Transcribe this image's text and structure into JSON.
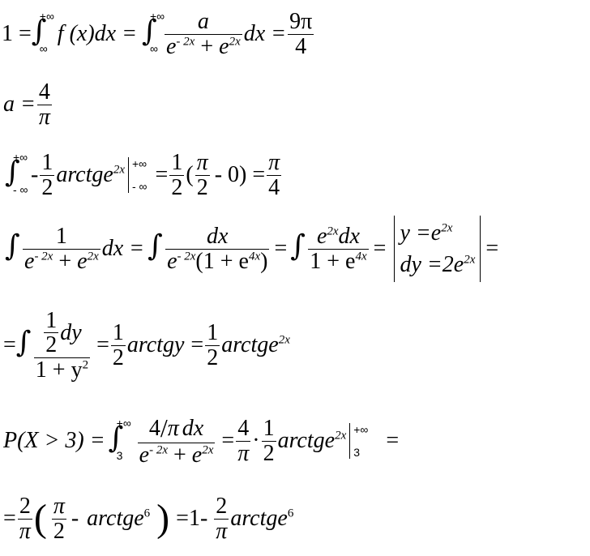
{
  "eq1": {
    "lhs": "1 =",
    "f": "f (x)dx =",
    "num": "a",
    "den_a": "e",
    "den_a_exp": "- 2x",
    "den_plus": "+",
    "den_b": "e",
    "den_b_exp": "2x",
    "dx_eq": "dx =",
    "res_num": "9π",
    "res_den": "4",
    "up": "+∞",
    "lo": "∞"
  },
  "eq2": {
    "lhs": "a =",
    "num": "4",
    "den": "π"
  },
  "eq3": {
    "minus": "-",
    "h_num": "1",
    "h_den": "2",
    "fn": "arctge",
    "fn_exp": "2x",
    "up": "+∞",
    "lo": "- ∞",
    "eq": "=",
    "h2_num": "1",
    "h2_den": "2",
    "open": "(",
    "pi_num": "π",
    "pi_den": "2",
    "rest": "- 0) =",
    "res_num": "π",
    "res_den": "4"
  },
  "eq4": {
    "n1": "1",
    "d1a": "e",
    "d1a_exp": "- 2x",
    "d1plus": "+",
    "d1b": "e",
    "d1b_exp": "2x",
    "dx_eq": "dx =",
    "n2": "dx",
    "d2a": "e",
    "d2a_exp": "- 2x",
    "d2b": "(1 + e",
    "d2b_exp": "4x",
    "d2c": ")",
    "eq2": "=",
    "n3a": "e",
    "n3a_exp": "2x",
    "n3b": "dx",
    "d3": "1 + e",
    "d3_exp": "4x",
    "eq3": "=",
    "r1": "y =e",
    "r1_exp": "2x",
    "r2": "dy =2e",
    "r2_exp": "2x",
    "eq4": "="
  },
  "eq5": {
    "lhs": "=",
    "hn": "1",
    "hd": "2",
    "dy": "dy",
    "den": "1 + y",
    "den_exp": "2",
    "eq": "=",
    "h2n": "1",
    "h2d": "2",
    "fn": "arctgy",
    "eq2": "=",
    "h3n": "1",
    "h3d": "2",
    "fn2": "arctge",
    "fn2_exp": "2x"
  },
  "eq6": {
    "lhs": "P(X > 3) =",
    "up": "+∞",
    "lo": "3",
    "n4": "4",
    "npi": "π",
    "ndx": "dx",
    "da": "e",
    "da_exp": "- 2x",
    "dplus": "+",
    "db": "e",
    "db_exp": "2x",
    "eq": "=",
    "fn_num": "4",
    "fn_den": "π",
    "dot": "·",
    "hn": "1",
    "hd": "2",
    "fn": "arctge",
    "fn_exp": "2x",
    "ev_up": "+∞",
    "ev_lo": "3",
    "eq2": "="
  },
  "eq7": {
    "lhs": "=",
    "n": "2",
    "d": "π",
    "open": "(",
    "pn": "π",
    "pd": "2",
    "minus": "-",
    "fn": "arctge",
    "fn_exp": "6",
    "close": ")",
    "eq": "=1-",
    "n2": "2",
    "d2": "π",
    "fn2": "arctge",
    "fn2_exp": "6"
  }
}
